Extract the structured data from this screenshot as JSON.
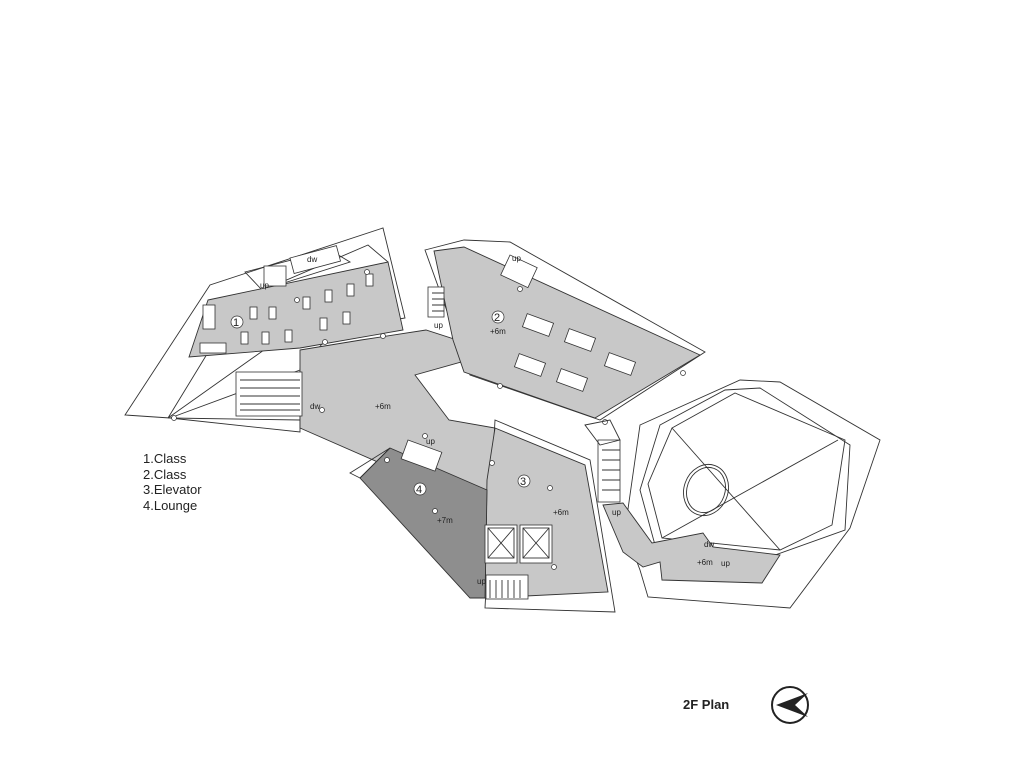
{
  "plan": {
    "title": "2F Plan",
    "legend": [
      "1.Class",
      "2.Class",
      "3.Elevator",
      "4.Lounge"
    ],
    "rooms": {
      "r1": "1",
      "r2": "2",
      "r3": "3",
      "r4": "4"
    },
    "levels": {
      "corridor": "+6m",
      "class2": "+6m",
      "elevator": "+6m",
      "lounge": "+7m",
      "east": "+6m"
    },
    "stair_labels": {
      "up": "up",
      "dw": "dw"
    },
    "colors": {
      "room_fill": "#c8c8c8",
      "lounge_fill": "#8e8e8e",
      "line": "#333333"
    }
  }
}
